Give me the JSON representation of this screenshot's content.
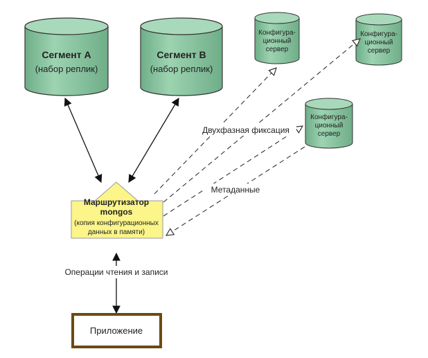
{
  "shards": [
    {
      "title": "Сегмент А",
      "subtitle": "(набор реплик)"
    },
    {
      "title": "Сегмент B",
      "subtitle": "(набор реплик)"
    }
  ],
  "config_servers": [
    {
      "line1": "Конфигура-",
      "line2": "ционный",
      "line3": "сервер"
    },
    {
      "line1": "Конфигура-",
      "line2": "ционный",
      "line3": "сервер"
    },
    {
      "line1": "Конфигура-",
      "line2": "ционный",
      "line3": "сервер"
    }
  ],
  "router": {
    "title_line1": "Маршрутизатор",
    "title_line2": "mongos",
    "note_line1": "(копия конфигурационных",
    "note_line2": "данных в памяти)"
  },
  "labels": {
    "two_phase_commit": "Двухфазная фиксация",
    "metadata": "Метаданные",
    "read_write_ops": "Операции чтения и записи"
  },
  "application": {
    "label": "Приложение"
  },
  "colors": {
    "shard_fill": "#8ec9a5",
    "router_fill": "#fbf58a",
    "app_border": "#6b4a12"
  }
}
